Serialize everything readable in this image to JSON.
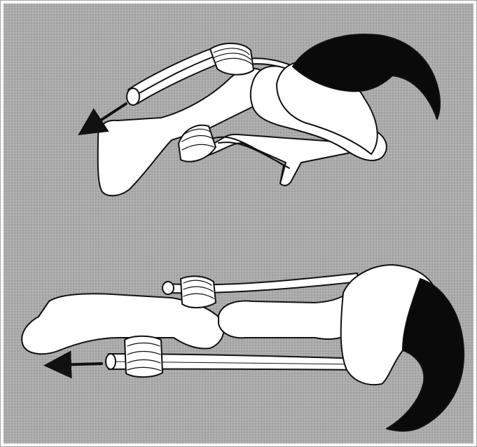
{
  "figure": {
    "description_visible_text": [],
    "panels": [
      {
        "name": "upper",
        "state": "claw-retracted"
      },
      {
        "name": "lower",
        "state": "claw-extended"
      }
    ]
  },
  "colors": {
    "background": "#a9a9a9",
    "bone": "#ffffff",
    "claw": "#0a0a0a",
    "outline": "#111111",
    "arrow": "#111111"
  }
}
